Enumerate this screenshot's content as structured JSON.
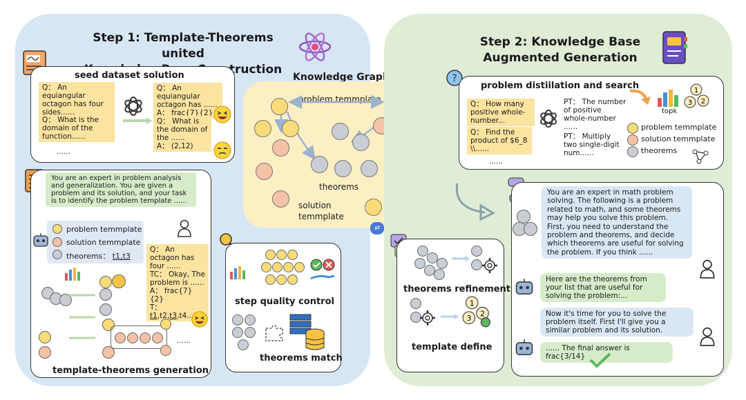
{
  "step1": {
    "title_line1": "Step 1: Template-Theorems united",
    "title_line2": "Knowledge Base Construction"
  },
  "seed": {
    "title": "seed dataset solution",
    "q1": "Q： An equiangular octagon has four sides......",
    "q2": "Q： What is the domain of the function......",
    "dots": "......",
    "a1_q": "Q： An equiangular octagon has ......",
    "a1_a": "A： frac{7}{2}",
    "a2_q": "Q： What is the domain of the ......",
    "a2_a": "A： (2,12)"
  },
  "kg": {
    "title": "Knowledge Graph",
    "problem_label": "problem temmplate",
    "theorems_label": "theorems",
    "solution_label": "solution temmplate"
  },
  "gen": {
    "prompt": "You are an expert in problem analysis and generalization. You are given a problem and its solution, and your task is to identify the problem template ......",
    "legend_problem": "problem temmplate",
    "legend_solution": "solution temmplate",
    "legend_theorems_prefix": "theorems：",
    "legend_theorems_value": "t1,t3",
    "out_q": "Q： An octagon has four ......",
    "out_tc": "TC： Okay, The problem is ......",
    "out_a": "A： frac{7}{2}",
    "out_t_prefix": "T：",
    "out_t1": "t1",
    "out_t_mid": ",t2,",
    "out_t3": "t3",
    "out_t_end": ",t4...",
    "dots": "......",
    "title": "template-theorems generation"
  },
  "qc": {
    "step_label": "step quality control",
    "match_label": "theorems match"
  },
  "step2": {
    "title_line1": "Step 2: Knowledge Base",
    "title_line2": "Augmented Generation"
  },
  "distill": {
    "title": "problem distiilation and search",
    "q1": "Q： How many positive whole-number...",
    "q2": "Q： Find the product of $6_8 \\\\......",
    "dots": "......",
    "pt1": "PT： The number of positive whole-number ......",
    "pt2": "PT： Multiply two single-digit num......",
    "topk": "topk",
    "legend_problem": "problem temmplate",
    "legend_solution": "solution temmplate",
    "legend_theorems": "theorems"
  },
  "refine": {
    "theorems_label": "theorems refinement",
    "template_label": "template define"
  },
  "chat": {
    "m1": "You are an expert in math problem solving. The following is a problem related to math, and some theorems may help you solve this problem.  First, you need to understand the problem and theorems, and decide which theorems are useful for solving the problem. If you think ......",
    "m2": "Here are the theorems from your list that are useful for solving the problem:...",
    "m3": "Now it's time for you to solve the problem itself. First I'll give you a similar problem and its solution.",
    "m4": "...... The final answer is frac{3/14}"
  },
  "colors": {
    "left_bg": "#d7e6f3",
    "right_bg": "#dfecd6",
    "yellow": "#f9dc7a",
    "peach": "#f4c2a6",
    "gray": "#c9cdd4"
  }
}
